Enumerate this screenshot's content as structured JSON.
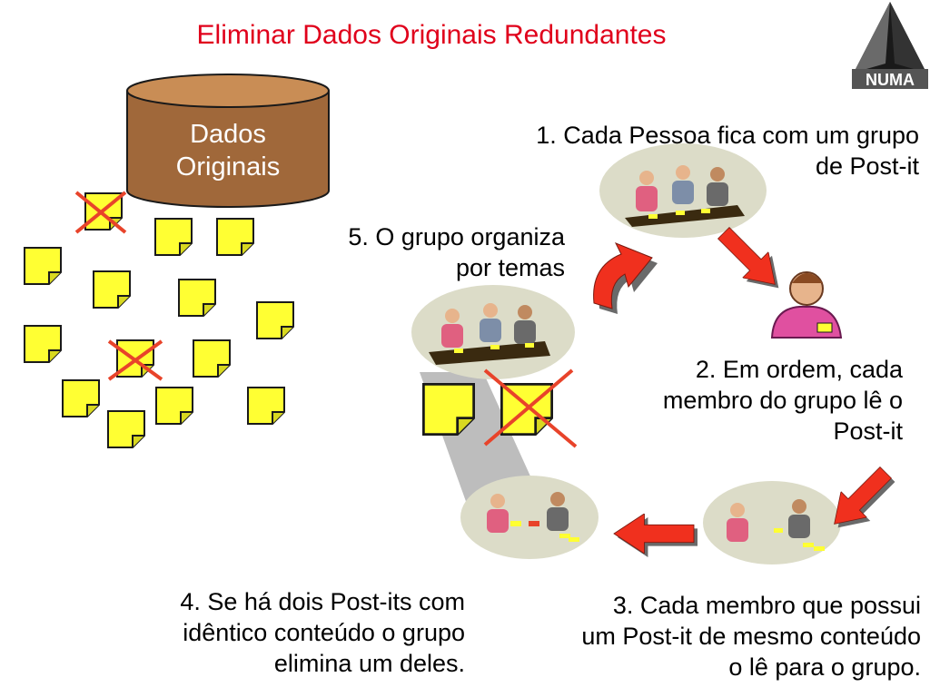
{
  "slide": {
    "title": "Eliminar Dados Originais Redundantes",
    "logo_text": "NUMA",
    "database_label_line1": "Dados",
    "database_label_line2": "Originais"
  },
  "steps": {
    "step1_line1": "1. Cada Pessoa fica com um grupo",
    "step1_line2": "de Post-it",
    "step2_line1": "2. Em ordem, cada",
    "step2_line2": "membro do grupo lê o",
    "step2_line3": "Post-it",
    "step3_line1": "3. Cada membro que possui",
    "step3_line2": "um Post-it de mesmo conteúdo",
    "step3_line3": "o lê para o grupo.",
    "step4_line1": "4. Se há dois Post-its com",
    "step4_line2": "idêntico conteúdo o grupo",
    "step4_line3": "elimina um deles.",
    "step5_line1": "5. O grupo organiza",
    "step5_line2": "por temas"
  },
  "colors": {
    "title_red": "#e0001b",
    "postit_yellow": "#ffff33",
    "cross_red": "#e8432a",
    "arrow_red": "#f0301e",
    "cylinder_brown": "#a0683a"
  }
}
